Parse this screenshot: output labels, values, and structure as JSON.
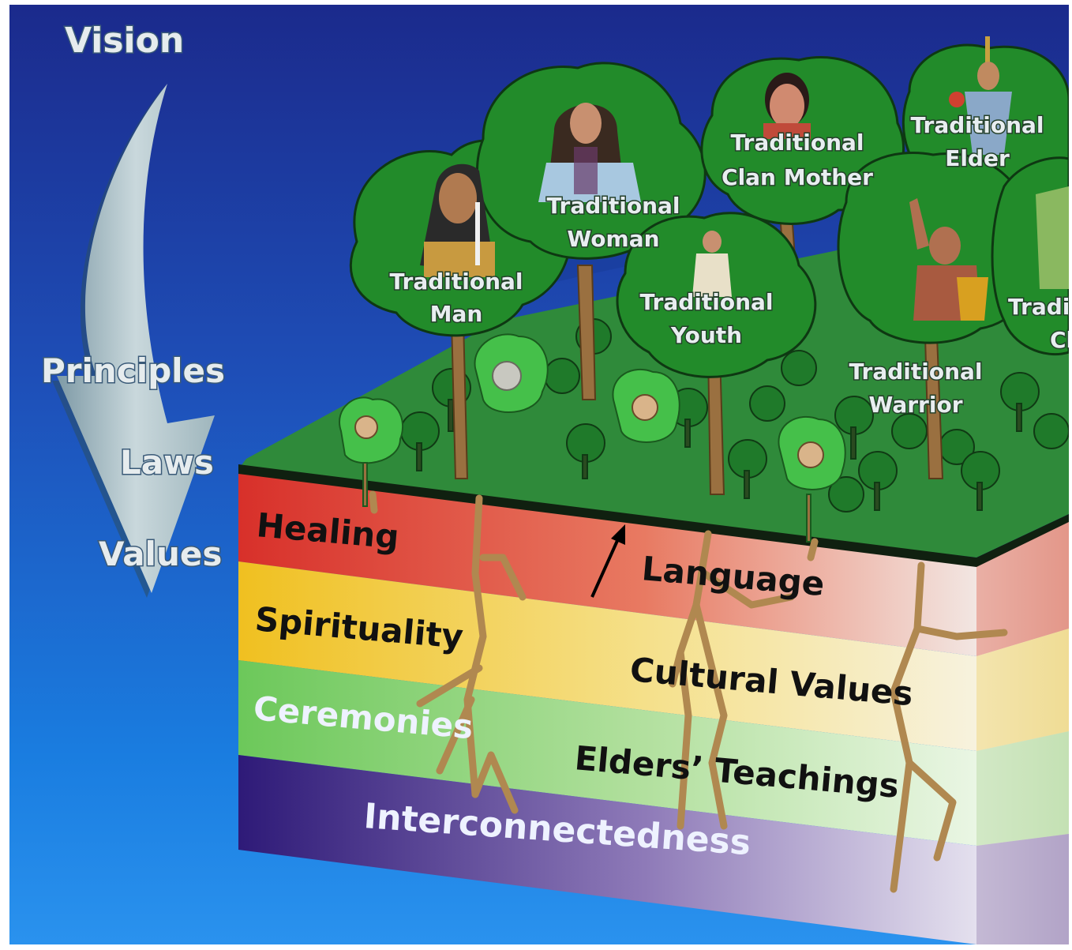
{
  "left_axis": {
    "top": "Vision",
    "steps": [
      "Principles",
      "Laws",
      "Values"
    ]
  },
  "trees": [
    {
      "id": "man",
      "line1": "Traditional",
      "line2": "Man"
    },
    {
      "id": "woman",
      "line1": "Traditional",
      "line2": "Woman"
    },
    {
      "id": "clan_mother",
      "line1": "Traditional",
      "line2": "Clan Mother"
    },
    {
      "id": "elder",
      "line1": "Traditional",
      "line2": "Elder"
    },
    {
      "id": "youth",
      "line1": "Traditional",
      "line2": "Youth"
    },
    {
      "id": "warrior",
      "line1": "Traditional",
      "line2": "Warrior"
    },
    {
      "id": "child_cut",
      "line1": "Tradi",
      "line2": "Cl"
    }
  ],
  "soil_layers": {
    "healing": "Healing",
    "language": "Language",
    "spirituality": "Spirituality",
    "cultural_values": "Cultural Values",
    "ceremonies": "Ceremonies",
    "elders_teachings": "Elders’ Teachings",
    "interconnectedness": "Interconnectedness"
  },
  "colors": {
    "ground_top": "#2f8a3a",
    "layer_red": "#e0533f",
    "layer_yellow": "#f2d24a",
    "layer_green": "#8fd47a",
    "layer_purple": "#4b2f8c",
    "root": "#b08850"
  }
}
